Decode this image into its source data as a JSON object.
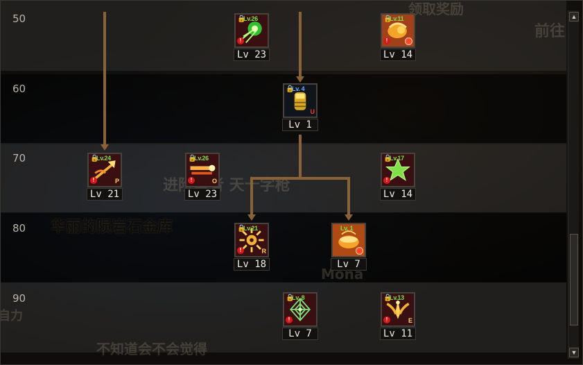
{
  "levels": [
    "50",
    "60",
    "70",
    "80",
    "90"
  ],
  "background_texts": {
    "top_right_a": "领取奖励",
    "top_right_b": "前往",
    "mid_banner": "进阶勇者 天十字枪",
    "name_banner": "华丽的陨岩石金库",
    "char_name": "Mona",
    "bottom_banner": "不知道会不会觉得",
    "left_edge": "自力"
  },
  "skills": [
    {
      "id": "s1",
      "icon": "green-burst-icon",
      "req": "Lv.26",
      "lock": true,
      "alert": true,
      "corner": "",
      "clock": false,
      "lv": "Lv 23",
      "style": "red"
    },
    {
      "id": "s2",
      "icon": "golden-fist-icon",
      "req": "Lv.11",
      "lock": true,
      "alert": true,
      "corner": "",
      "clock": true,
      "lv": "Lv 14",
      "style": "gold"
    },
    {
      "id": "s3",
      "icon": "golden-gauntlet-icon",
      "req": "Lv. 4",
      "req_color": "blue",
      "lock": true,
      "alert": false,
      "corner": "U",
      "corner_color": "red",
      "clock": false,
      "lv": "Lv 1",
      "style": "navy"
    },
    {
      "id": "s4",
      "icon": "golden-spear-icon",
      "req": "Lv.24",
      "lock": true,
      "alert": true,
      "corner": "P",
      "clock": false,
      "lv": "Lv 21",
      "style": "red"
    },
    {
      "id": "s5",
      "icon": "flame-dash-icon",
      "req": "Lv.26",
      "lock": true,
      "alert": true,
      "corner": "O",
      "clock": false,
      "lv": "Lv 23",
      "style": "red"
    },
    {
      "id": "s6",
      "icon": "green-star-icon",
      "req": "Lv.17",
      "lock": true,
      "alert": true,
      "corner": "",
      "clock": false,
      "lv": "Lv 14",
      "style": "red"
    },
    {
      "id": "s7",
      "icon": "golden-sunburst-icon",
      "req": "Lv.21",
      "lock": true,
      "alert": true,
      "corner": "R",
      "clock": false,
      "lv": "Lv 18",
      "style": "red"
    },
    {
      "id": "s8",
      "icon": "golden-bowl-icon",
      "req": "Lv. 1",
      "lock": false,
      "alert": false,
      "corner": "",
      "clock": true,
      "lv": "Lv 7",
      "style": "gold"
    },
    {
      "id": "s9",
      "icon": "green-lattice-icon",
      "req": "Lv. 8",
      "lock": true,
      "alert": true,
      "corner": "",
      "clock": false,
      "lv": "Lv 7",
      "style": "red"
    },
    {
      "id": "s10",
      "icon": "golden-wings-icon",
      "req": "Lv.13",
      "lock": true,
      "alert": true,
      "corner": "E",
      "clock": false,
      "lv": "Lv 11",
      "style": "red"
    }
  ],
  "scrollbar": {
    "up_glyph": "▲",
    "down_glyph": "▼"
  }
}
